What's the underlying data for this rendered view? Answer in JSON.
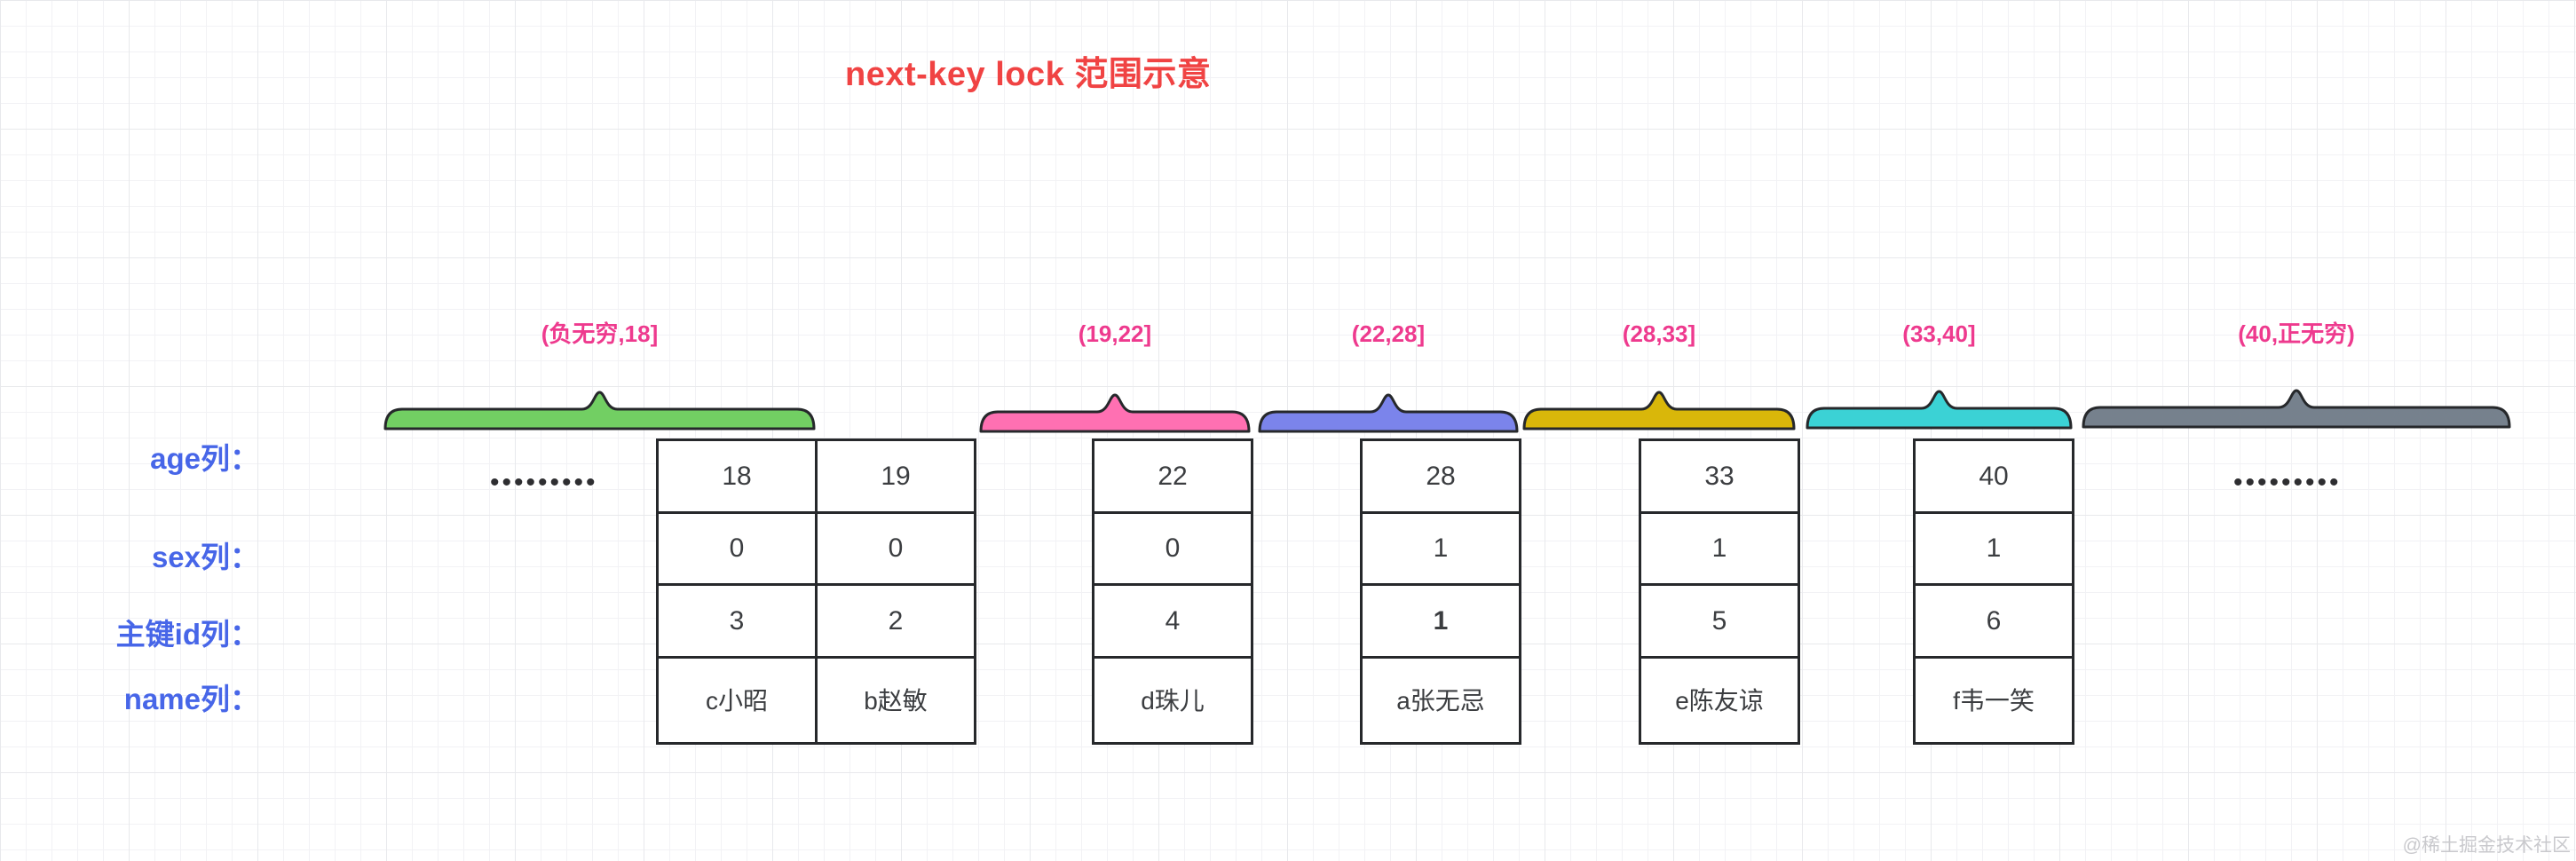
{
  "title": "next-key lock 范围示意",
  "ranges": [
    {
      "label": "(负无穷,18]",
      "color": "#72cf63"
    },
    {
      "label": "(19,22]",
      "color": "#ff70b2"
    },
    {
      "label": "(22,28]",
      "color": "#7b84eb"
    },
    {
      "label": "(28,33]",
      "color": "#d9b70a"
    },
    {
      "label": "(33,40]",
      "color": "#3bd2d5"
    },
    {
      "label": "(40,正无穷)",
      "color": "#76818d"
    }
  ],
  "row_labels": {
    "age": "age列：",
    "sex": "sex列：",
    "id": "主键id列：",
    "name": "name列："
  },
  "records": [
    {
      "age": "18",
      "sex": "0",
      "id": "3",
      "name": "c小昭",
      "id_bold": false
    },
    {
      "age": "19",
      "sex": "0",
      "id": "2",
      "name": "b赵敏",
      "id_bold": false
    },
    {
      "age": "22",
      "sex": "0",
      "id": "4",
      "name": "d珠儿",
      "id_bold": false
    },
    {
      "age": "28",
      "sex": "1",
      "id": "1",
      "name": "a张无忌",
      "id_bold": true
    },
    {
      "age": "33",
      "sex": "1",
      "id": "5",
      "name": "e陈友谅",
      "id_bold": false
    },
    {
      "age": "40",
      "sex": "1",
      "id": "6",
      "name": "f韦一笑",
      "id_bold": false
    }
  ],
  "ellipsis": "•••••••••",
  "watermark": "@稀土掘金技术社区"
}
